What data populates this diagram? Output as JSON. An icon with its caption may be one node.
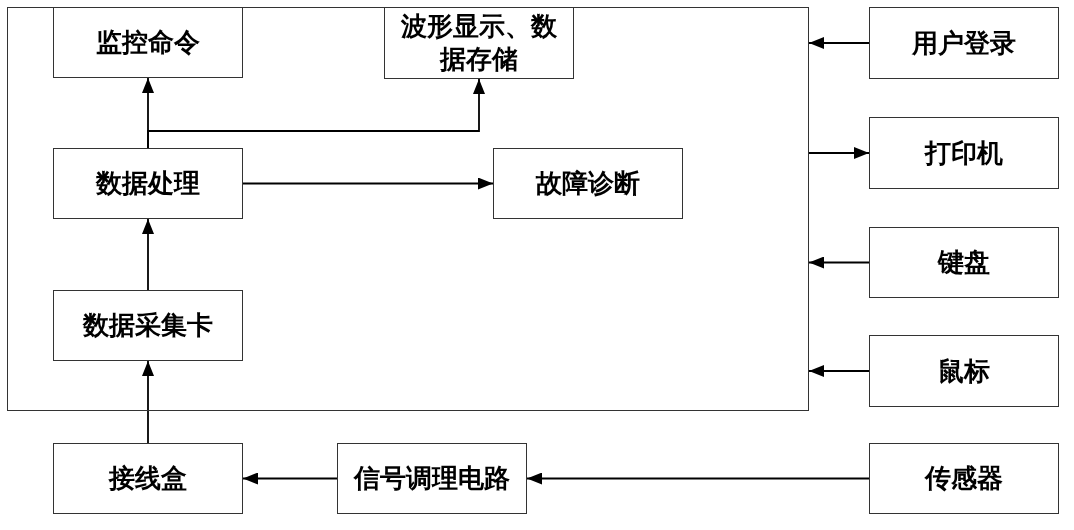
{
  "diagram": {
    "nodes": [
      {
        "text": [],
        "shape": "box"
      },
      {
        "text": [
          "监控命令"
        ],
        "in": 0
      },
      {
        "text": [
          "波形显示、数据存储"
        ],
        "in": 0
      },
      {
        "text": [
          "数据处理"
        ],
        "in": 0
      },
      {
        "text": [
          "故障诊断"
        ],
        "in": 0
      },
      {
        "text": [
          "数据采集卡"
        ],
        "in": 0
      },
      {
        "text": [
          "用户登录"
        ]
      },
      {
        "text": [
          "打印机"
        ]
      },
      {
        "text": [
          "键盘"
        ]
      },
      {
        "text": [
          "鼠标"
        ]
      },
      {
        "text": [
          "接线盒"
        ]
      },
      {
        "text": [
          "信号调理电路"
        ]
      },
      {
        "text": [
          "传感器"
        ]
      }
    ],
    "edges": [
      {
        "from": 3,
        "to": 1,
        "arrow": "to"
      },
      {
        "from": 3,
        "to": 2,
        "arrow": "to"
      },
      {
        "from": 3,
        "to": 4,
        "arrow": "to"
      },
      {
        "from": 5,
        "to": 3,
        "arrow": "to"
      },
      {
        "from": 10,
        "to": 5,
        "arrow": "to"
      },
      {
        "from": 11,
        "to": 10,
        "arrow": "to"
      },
      {
        "from": 12,
        "to": 11,
        "arrow": "to"
      },
      {
        "from": 6,
        "to": 0,
        "arrow": "to"
      },
      {
        "from": 0,
        "to": 7,
        "arrow": "to"
      },
      {
        "from": 8,
        "to": 0,
        "arrow": "to"
      },
      {
        "from": 9,
        "to": 0,
        "arrow": "to"
      }
    ]
  }
}
